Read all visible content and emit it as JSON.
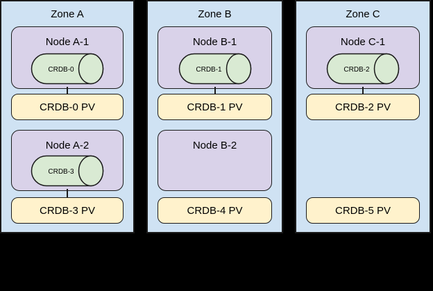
{
  "diagram": {
    "background_color": "#000000",
    "palette": {
      "zone_fill": "#cfe2f3",
      "node_fill": "#d9d2e9",
      "pod_fill": "#d9ead3",
      "pv_fill": "#fff2cc",
      "line": "#1b1b1b"
    },
    "zones": [
      {
        "title": "Zone A",
        "slots": [
          {
            "node": {
              "label": "Node A-1",
              "pod": "CRDB-0"
            },
            "pv": "CRDB-0 PV",
            "connected": true
          },
          {
            "node": {
              "label": "Node A-2",
              "pod": "CRDB-3"
            },
            "pv": "CRDB-3 PV",
            "connected": true
          }
        ]
      },
      {
        "title": "Zone B",
        "slots": [
          {
            "node": {
              "label": "Node B-1",
              "pod": "CRDB-1"
            },
            "pv": "CRDB-1 PV",
            "connected": true
          },
          {
            "node": {
              "label": "Node B-2",
              "pod": null
            },
            "pv": "CRDB-4 PV",
            "connected": false
          }
        ]
      },
      {
        "title": "Zone C",
        "slots": [
          {
            "node": {
              "label": "Node C-1",
              "pod": "CRDB-2"
            },
            "pv": "CRDB-2 PV",
            "connected": true
          },
          {
            "node": null,
            "pv": "CRDB-5 PV",
            "connected": false
          }
        ]
      }
    ]
  }
}
